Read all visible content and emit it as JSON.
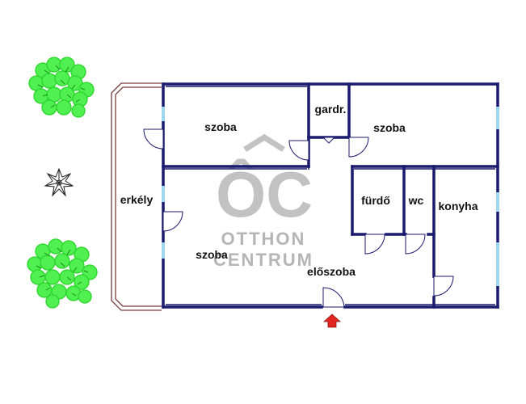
{
  "rooms": {
    "szoba_top_left": "szoba",
    "gardrobe": "gardr.",
    "szoba_top_right": "szoba",
    "erkely": "erkély",
    "furdo": "fürdő",
    "wc": "wc",
    "konyha": "konyha",
    "szoba_bottom_left": "szoba",
    "eloszoba": "előszoba"
  },
  "watermark": {
    "logo": "ÔC",
    "line1": "OTTHON",
    "line2": "CENTRUM"
  },
  "colors": {
    "wall": "#1a1a6e",
    "window": "#9fd8ee",
    "balcony": "#7a3b3b",
    "entrance_arrow": "#e0261f",
    "tree": "#39e03a",
    "watermark": "#b0b0b0"
  },
  "icons": {
    "entrance": "entrance-arrow-icon",
    "tree": "tree-icon",
    "plant": "plant-icon"
  }
}
